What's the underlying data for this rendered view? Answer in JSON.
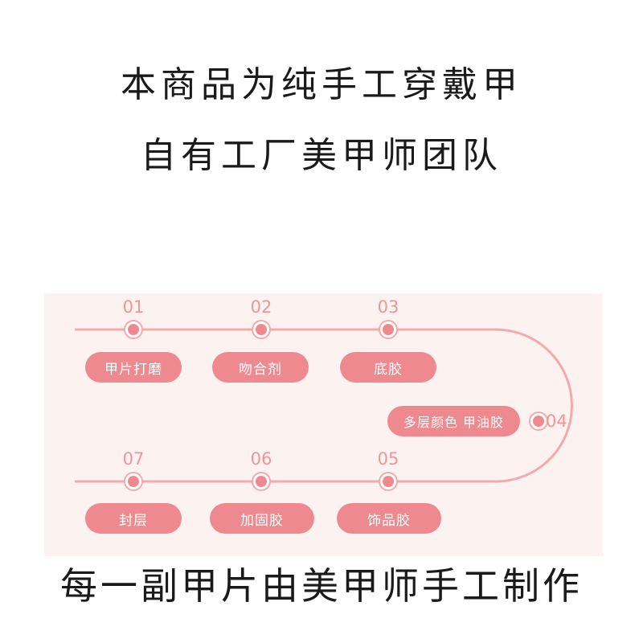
{
  "header": {
    "line1": "本商品为纯手工穿戴甲",
    "line2": "自有工厂美甲师团队"
  },
  "process": {
    "steps": [
      {
        "num": "01",
        "label": "甲片打磨"
      },
      {
        "num": "02",
        "label": "吻合剂"
      },
      {
        "num": "03",
        "label": "底胶"
      },
      {
        "num": "04",
        "label": "多层颜色 甲油胶"
      },
      {
        "num": "05",
        "label": "饰品胶"
      },
      {
        "num": "06",
        "label": "加固胶"
      },
      {
        "num": "07",
        "label": "封层"
      }
    ]
  },
  "footer": {
    "text": "每一副甲片由美甲师手工制作"
  },
  "colors": {
    "accent": "#ee8a8f",
    "track": "#f4a9ac",
    "panel_bg": "#fcf3f1"
  }
}
